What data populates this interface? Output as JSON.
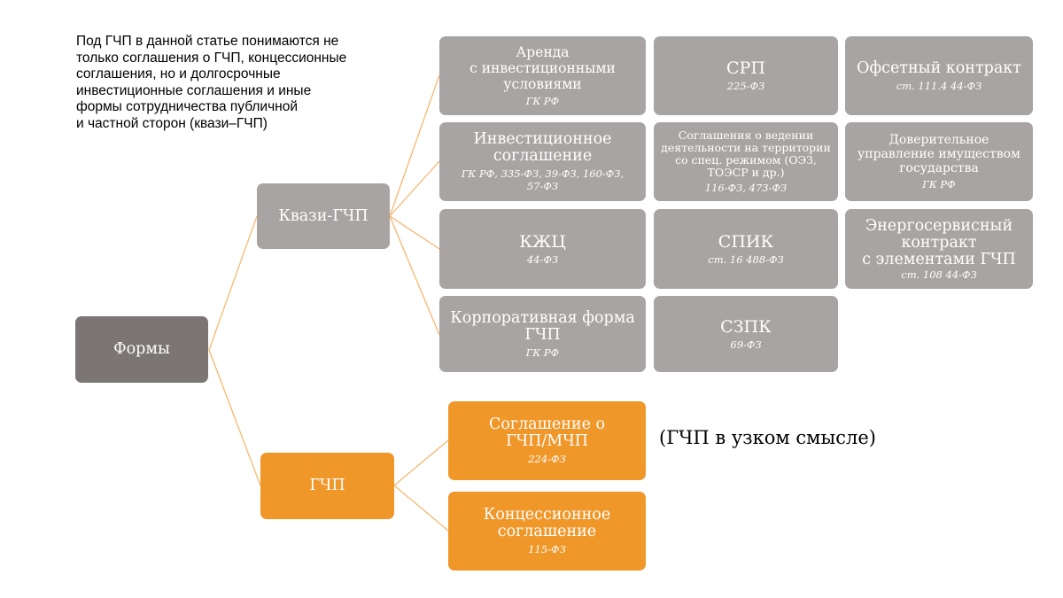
{
  "intro": {
    "lines": [
      "Под ГЧП в данной статье понимаются не",
      "только соглашения о ГЧП, концессионные",
      "соглашения, но и долгосрочные",
      "инвестиционные соглашения и иные",
      "формы сотрудничества публичной",
      "и частной сторон (квази–ГЧП)"
    ]
  },
  "root": {
    "label": "Формы"
  },
  "kvazi": {
    "label": "Квази-ГЧП"
  },
  "gchp": {
    "label": "ГЧП"
  },
  "kvazi_items": [
    {
      "title": "Аренда\nс инвестиционными\nусловиями",
      "sub": "ГК РФ"
    },
    {
      "title": "СРП",
      "sub": "225-ФЗ"
    },
    {
      "title": "Офсетный контракт",
      "sub": "ст. 111.4 44-ФЗ"
    },
    {
      "title": "Инвестиционное\nсоглашение",
      "sub": "ГК РФ, 335-ФЗ, 39-ФЗ, 160-ФЗ,\n57-ФЗ"
    },
    {
      "title": "Соглашения о ведении\nдеятельности на территории\nсо спец. режимом (ОЭЗ,\nТОЭСР и др.)",
      "sub": "116-ФЗ, 473-ФЗ"
    },
    {
      "title": "Доверительное\nуправление имуществом\nгосударства",
      "sub": "ГК РФ"
    },
    {
      "title": "КЖЦ",
      "sub": "44-ФЗ"
    },
    {
      "title": "СПИК",
      "sub": "ст. 16 488-ФЗ"
    },
    {
      "title": "Энергосервисный\nконтракт\nс элементами ГЧП",
      "sub": "ст. 108 44-ФЗ"
    },
    {
      "title": "Корпоративная форма\nГЧП",
      "sub": "ГК РФ"
    },
    {
      "title": "СЗПК",
      "sub": "69-ФЗ"
    }
  ],
  "gchp_items": [
    {
      "title": "Соглашение о\nГЧП/МЧП",
      "sub": "224-ФЗ"
    },
    {
      "title": "Концессионное\nсоглашение",
      "sub": "115-ФЗ"
    }
  ],
  "note": "(ГЧП в узком смысле)",
  "colors": {
    "gray_box": "#a8a4a3",
    "dark_box": "#7b7675",
    "orange_box": "#f0972a",
    "connector": "#f5b870"
  }
}
